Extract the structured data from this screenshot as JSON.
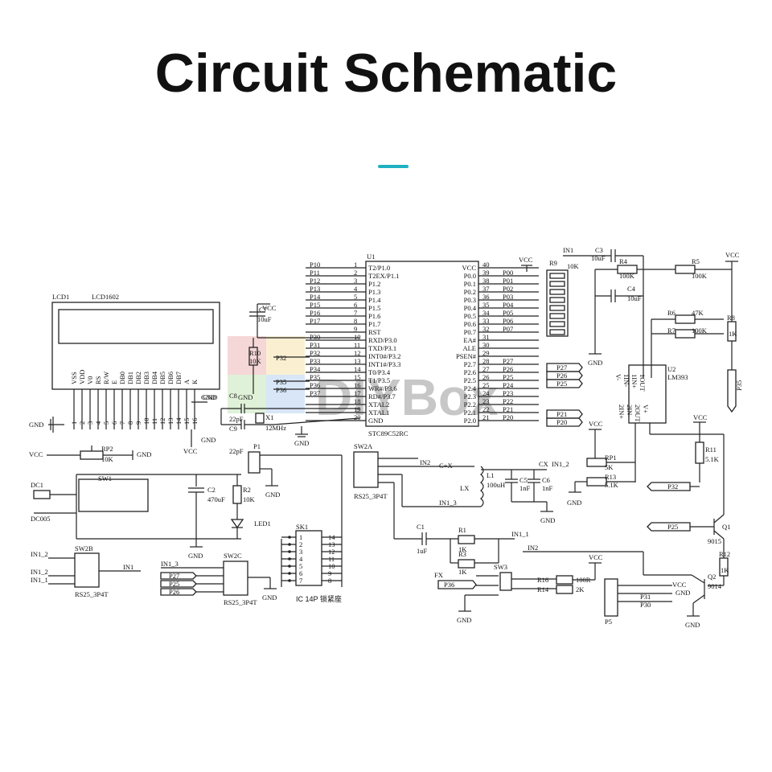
{
  "header": {
    "title": "Circuit Schematic"
  },
  "colors": {
    "accent": "#1fb1c1",
    "ink": "#222222",
    "watermark_red": "#e8a6a6",
    "watermark_green": "#b7e0a8",
    "watermark_blue": "#a8c8ee",
    "watermark_yellow": "#f4dd9a"
  },
  "watermark": {
    "text": "DIYBox"
  },
  "mcu": {
    "ref": "U1",
    "part": "STC89C52RC",
    "left_pins": [
      "T2/P1.0",
      "T2EX/P1.1",
      "P1.2",
      "P1.3",
      "P1.4",
      "P1.5",
      "P1.6",
      "P1.7",
      "RST",
      "RXD/P3.0",
      "TXD/P3.1",
      "INT0#/P3.2",
      "INT1#/P3.3",
      "T0/P3.4",
      "T1/P3.5",
      "WR#/P3.6",
      "RD#/P3.7",
      "XTAL2",
      "XTAL1",
      "GND"
    ],
    "left_nums": [
      "1",
      "2",
      "3",
      "4",
      "5",
      "6",
      "7",
      "8",
      "9",
      "10",
      "11",
      "12",
      "13",
      "14",
      "15",
      "16",
      "17",
      "18",
      "19",
      "20"
    ],
    "left_nets": [
      "P10",
      "P11",
      "P12",
      "P13",
      "P14",
      "P15",
      "P16",
      "P17",
      "",
      "P30",
      "P31",
      "P32",
      "P33",
      "P34",
      "P35",
      "P36",
      "P37",
      "",
      "",
      ""
    ],
    "right_pins": [
      "VCC",
      "P0.0",
      "P0.1",
      "P0.2",
      "P0.3",
      "P0.4",
      "P0.5",
      "P0.6",
      "P0.7",
      "EA#",
      "ALE",
      "PSEN#",
      "P2.7",
      "P2.6",
      "P2.5",
      "P2.4",
      "P2.3",
      "P2.2",
      "P2.1",
      "P2.0"
    ],
    "right_nums": [
      "40",
      "39",
      "38",
      "37",
      "36",
      "35",
      "34",
      "33",
      "32",
      "31",
      "30",
      "29",
      "28",
      "27",
      "26",
      "25",
      "24",
      "23",
      "22",
      "21"
    ],
    "right_nets": [
      "",
      "P00",
      "P01",
      "P02",
      "P03",
      "P04",
      "P05",
      "P06",
      "P07",
      "",
      "",
      "",
      "P27",
      "P26",
      "P25",
      "P24",
      "P23",
      "P22",
      "P21",
      "P20"
    ]
  },
  "lcd": {
    "ref": "LCD1",
    "part": "LCD1602",
    "pins": [
      "VSS",
      "VDD",
      "V0",
      "RS",
      "R/W",
      "E",
      "DB0",
      "DB1",
      "DB2",
      "DB3",
      "DB4",
      "DB5",
      "DB6",
      "DB7",
      "A",
      "K"
    ],
    "nums": [
      "1",
      "2",
      "3",
      "4",
      "5",
      "6",
      "7",
      "8",
      "9",
      "10",
      "11",
      "12",
      "13",
      "14",
      "15",
      "16"
    ]
  },
  "labels": {
    "vcc": "VCC",
    "gnd": "GND",
    "r9": "R9",
    "r9_val": "10K",
    "c7": "C7",
    "c7_val": "10uF",
    "r10": "R10",
    "r10_val": "10K",
    "c8": "C8",
    "c8_val": "22pF",
    "c9": "C9",
    "c9_val": "22pF",
    "x1": "X1",
    "x1_val": "12MHz",
    "p1": "P1",
    "rp2": "RP2",
    "rp2_val": "10K",
    "sw1": "SW1",
    "c2": "C2",
    "c2_val": "470uF",
    "r2": "R2",
    "r2_val": "10K",
    "led1": "LED1",
    "dc1": "DC1",
    "dc005": "DC005",
    "sw2a": "SW2A",
    "sw2a_part": "RS25_3P4T",
    "sw2b": "SW2B",
    "sw2b_part": "RS25_3P4T",
    "sw2c": "SW2C",
    "sw2c_part": "RS25_3P4T",
    "sk1": "SK1",
    "sk1_part": "IC 14P 锁紧座",
    "in2": "IN2",
    "cx_plus": "C+X",
    "lx": "LX",
    "l1": "L1",
    "l1_val": "100uH",
    "c5": "C5",
    "c5_val": "1nF",
    "c6": "C6",
    "c6_val": "1nF",
    "cx": "CX",
    "in1_2": "IN1_2",
    "in1_3": "IN1_3",
    "in1_1": "IN1_1",
    "in1": "IN1",
    "c1": "C1",
    "c1_val": "1uF",
    "r1": "R1",
    "r1_val": "1K",
    "r3": "R3",
    "r3_val": "1K",
    "fx": "FX",
    "p36": "P36",
    "sw3": "SW3",
    "r16": "R16",
    "r16_val": "100R",
    "r14": "R14",
    "r14_val": "2K",
    "p5": "P5",
    "p31": "P31",
    "p30": "P30",
    "c3": "C3",
    "c3_val": "10uF",
    "r4": "R4",
    "r4_val": "100K",
    "r5": "R5",
    "r5_val": "100K",
    "c4": "C4",
    "c4_val": "10uF",
    "r6": "R6",
    "r6_val": "47K",
    "r7": "R7",
    "r7_val": "100K",
    "r8": "R8",
    "r8_val": "1K",
    "u2": "U2",
    "u2_part": "LM393",
    "u2_pins": [
      "V-",
      "1IN-",
      "1IN+",
      "1OUT",
      "2IN+",
      "2IN-",
      "2OUT",
      "V+"
    ],
    "p35": "P35",
    "rp1": "RP1",
    "rp1_val": "5K",
    "r13": "R13",
    "r13_val": "5.1K",
    "r11": "R11",
    "r11_val": "5.1K",
    "p32": "P32",
    "p25": "P25",
    "q1": "Q1",
    "q1_val": "9015",
    "r12": "R12",
    "r12_val": "1K",
    "q2": "Q2",
    "q2_val": "9014",
    "p27": "P27",
    "p26": "P26",
    "p21": "P21",
    "p20": "P20"
  }
}
